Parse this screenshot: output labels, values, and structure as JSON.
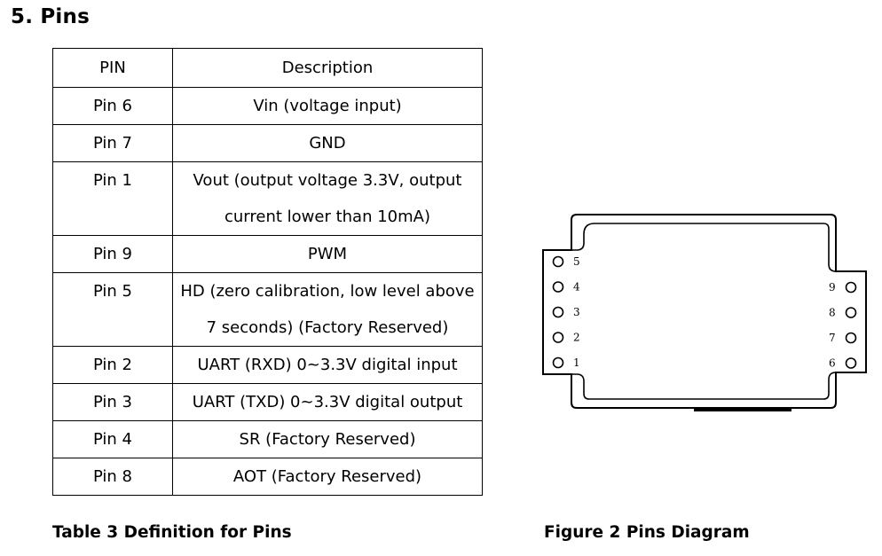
{
  "heading": "5. Pins",
  "table": {
    "headers": [
      "PIN",
      "Description"
    ],
    "rows": [
      {
        "pin": "Pin 6",
        "lines": [
          "Vin (voltage input)"
        ]
      },
      {
        "pin": "Pin 7",
        "lines": [
          "GND"
        ]
      },
      {
        "pin": "Pin 1",
        "lines": [
          "Vout (output voltage 3.3V, output",
          "current lower than 10mA)"
        ]
      },
      {
        "pin": "Pin 9",
        "lines": [
          "PWM"
        ]
      },
      {
        "pin": "Pin 5",
        "lines": [
          "HD (zero calibration, low level above",
          "7 seconds) (Factory Reserved)"
        ]
      },
      {
        "pin": "Pin 2",
        "lines": [
          "UART (RXD) 0~3.3V digital input"
        ]
      },
      {
        "pin": "Pin 3",
        "lines": [
          "UART (TXD) 0~3.3V digital output"
        ]
      },
      {
        "pin": "Pin 4",
        "lines": [
          "SR (Factory Reserved)"
        ]
      },
      {
        "pin": "Pin 8",
        "lines": [
          "AOT (Factory Reserved)"
        ]
      }
    ]
  },
  "table_caption": "Table 3 Definition for Pins",
  "figure_caption": "Figure 2 Pins Diagram",
  "diagram": {
    "left_pins": [
      "5",
      "4",
      "3",
      "2",
      "1"
    ],
    "right_pins": [
      "9",
      "8",
      "7",
      "6"
    ]
  }
}
